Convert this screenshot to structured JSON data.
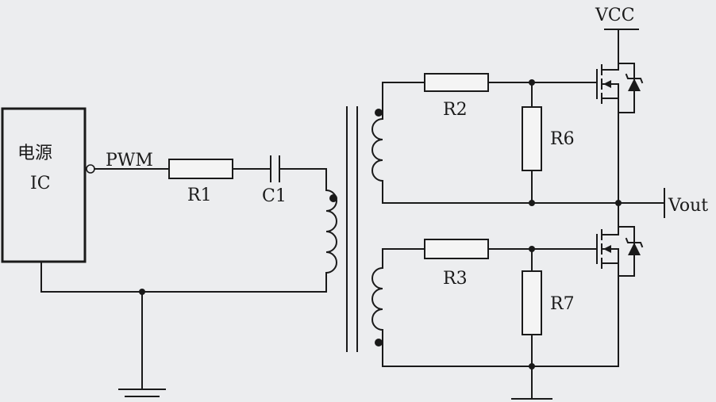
{
  "ic": {
    "line1": "电源",
    "line2": "IC"
  },
  "signals": {
    "pwm": "PWM",
    "vcc": "VCC",
    "vout": "Vout"
  },
  "components": {
    "r1": "R1",
    "c1": "C1",
    "r2": "R2",
    "r3": "R3",
    "r6": "R6",
    "r7": "R7"
  },
  "colors": {
    "background": "#ecedef",
    "ink": "#1a1a1a"
  }
}
